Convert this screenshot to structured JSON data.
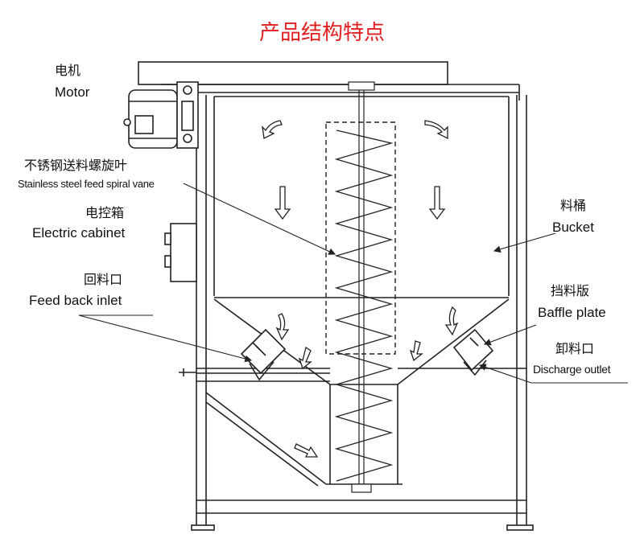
{
  "title": "产品结构特点",
  "labels": {
    "motor": {
      "zh": "电机",
      "en": "Motor"
    },
    "vane": {
      "zh": "不锈钢送料螺旋叶",
      "en": "Stainless steel feed spiral vane"
    },
    "cabinet": {
      "zh": "电控箱",
      "en": "Electric cabinet"
    },
    "feedback": {
      "zh": "回料口",
      "en": "Feed back inlet"
    },
    "bucket": {
      "zh": "料桶",
      "en": "Bucket"
    },
    "baffle": {
      "zh": "挡料版",
      "en": "Baffle plate"
    },
    "discharge": {
      "zh": "卸料口",
      "en": "Discharge outlet"
    }
  },
  "colors": {
    "title": "#e02020",
    "line": "#222222",
    "fill": "#ffffff"
  }
}
